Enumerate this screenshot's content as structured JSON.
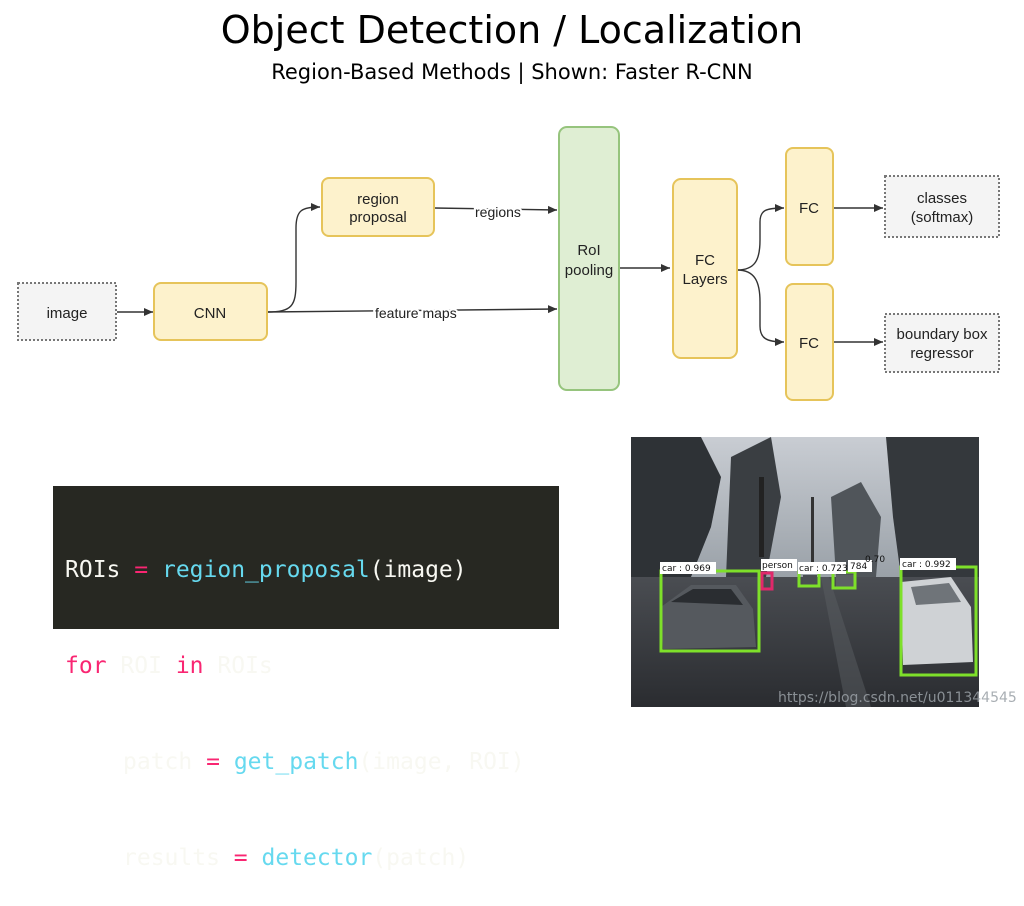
{
  "title": "Object Detection / Localization",
  "subtitle": "Region-Based Methods | Shown: Faster R-CNN",
  "diagram": {
    "image": "image",
    "cnn": "CNN",
    "region_proposal_1": "region",
    "region_proposal_2": "proposal",
    "regions_label": "regions",
    "feature_maps_label": "feature maps",
    "roi_pooling_1": "RoI",
    "roi_pooling_2": "pooling",
    "fc_layers_1": "FC",
    "fc_layers_2": "Layers",
    "fc_top": "FC",
    "fc_bottom": "FC",
    "classes_1": "classes",
    "classes_2": "(softmax)",
    "bbox_1": "boundary box",
    "bbox_2": "regressor"
  },
  "code": {
    "l1_var": "ROIs",
    "l1_eq": "=",
    "l1_fn": "region_proposal",
    "l1_args": "(image)",
    "l2_for": "for",
    "l2_var": "ROI",
    "l2_in": "in",
    "l2_iter": "ROIs",
    "l3_var": "patch",
    "l3_eq": "=",
    "l3_fn": "get_patch",
    "l3_args": "(image, ROI)",
    "l4_var": "results",
    "l4_eq": "=",
    "l4_fn": "detector",
    "l4_args": "(patch)"
  },
  "detections": {
    "car1": "car : 0.969",
    "person": "person",
    "car2": "car : 0.723",
    "car3": "784",
    "car4": "0.70",
    "car5": "car : 0.992"
  },
  "watermark": "https://blog.csdn.net/u011344545",
  "colors": {
    "box_fill": "#fdf2cc",
    "box_stroke": "#e6c45a",
    "roi_fill": "#dfeed3",
    "roi_stroke": "#96c47d",
    "detect_box": "#7ee02a",
    "code_bg": "#272822"
  }
}
